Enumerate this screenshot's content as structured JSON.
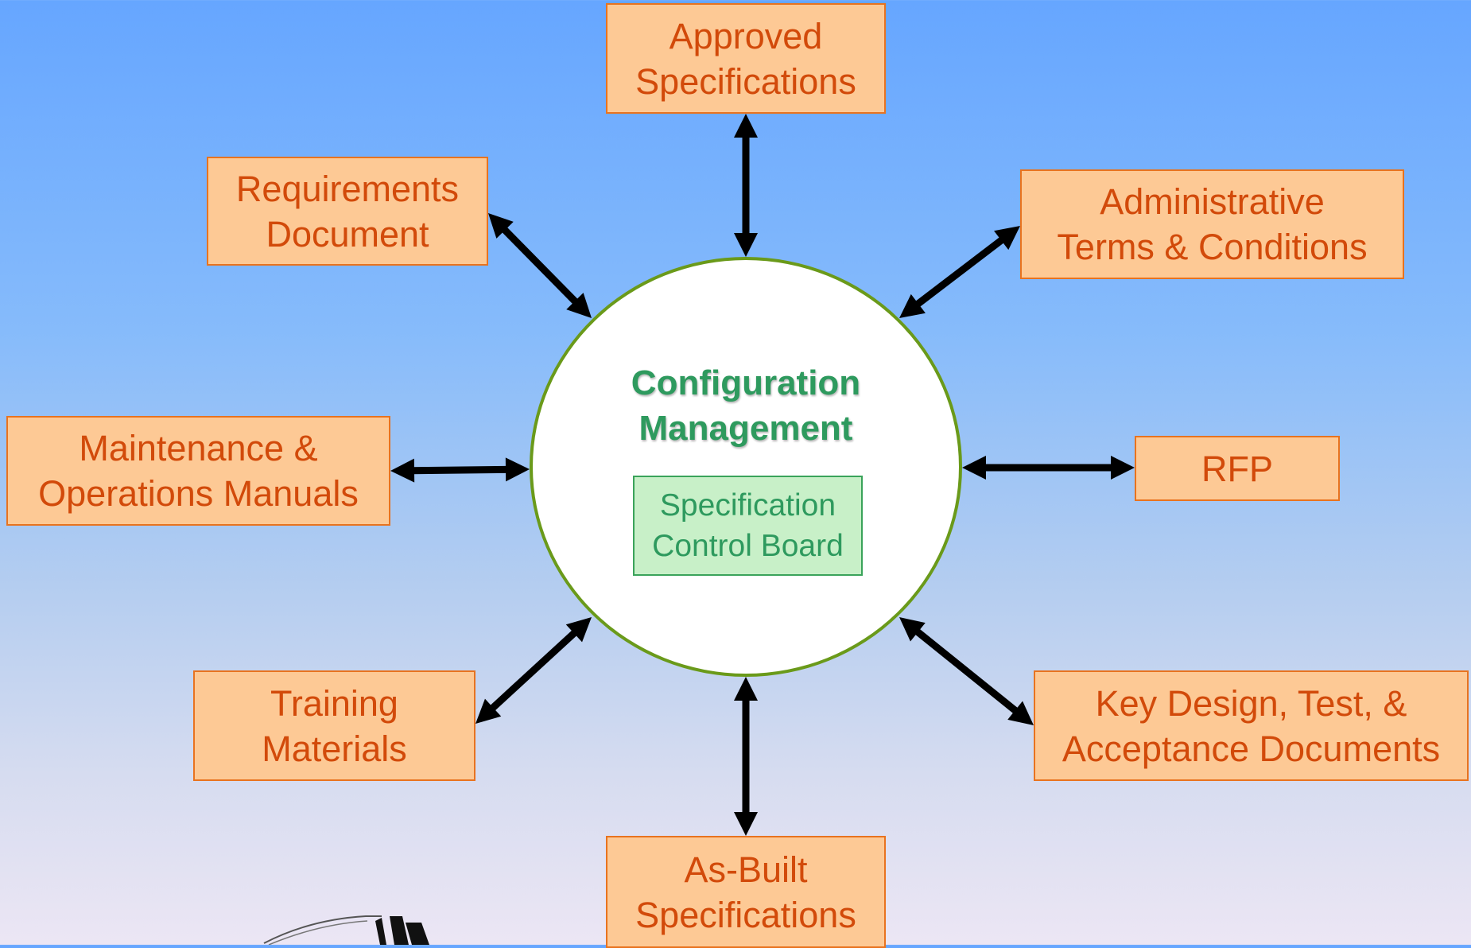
{
  "hub": {
    "title_line1": "Configuration",
    "title_line2": "Management",
    "sub_line1": "Specification",
    "sub_line2": "Control Board"
  },
  "nodes": {
    "approved_specifications": {
      "line1": "Approved",
      "line2": "Specifications"
    },
    "requirements_document": {
      "line1": "Requirements",
      "line2": "Document"
    },
    "administrative_terms": {
      "line1": "Administrative",
      "line2": "Terms & Conditions"
    },
    "maintenance_manuals": {
      "line1": "Maintenance &",
      "line2": "Operations Manuals"
    },
    "rfp": {
      "line1": "RFP"
    },
    "training_materials": {
      "line1": "Training",
      "line2": "Materials"
    },
    "key_design_documents": {
      "line1": "Key Design, Test, &",
      "line2": "Acceptance Documents"
    },
    "as_built_specifications": {
      "line1": "As-Built",
      "line2": "Specifications"
    }
  },
  "colors": {
    "box_fill": "#fdc995",
    "box_border": "#e8731f",
    "box_text": "#d24a0a",
    "hub_border": "#6a9a1a",
    "hub_text": "#2e9a5e",
    "sub_fill": "#c8f0c8",
    "arrow": "#000000"
  }
}
